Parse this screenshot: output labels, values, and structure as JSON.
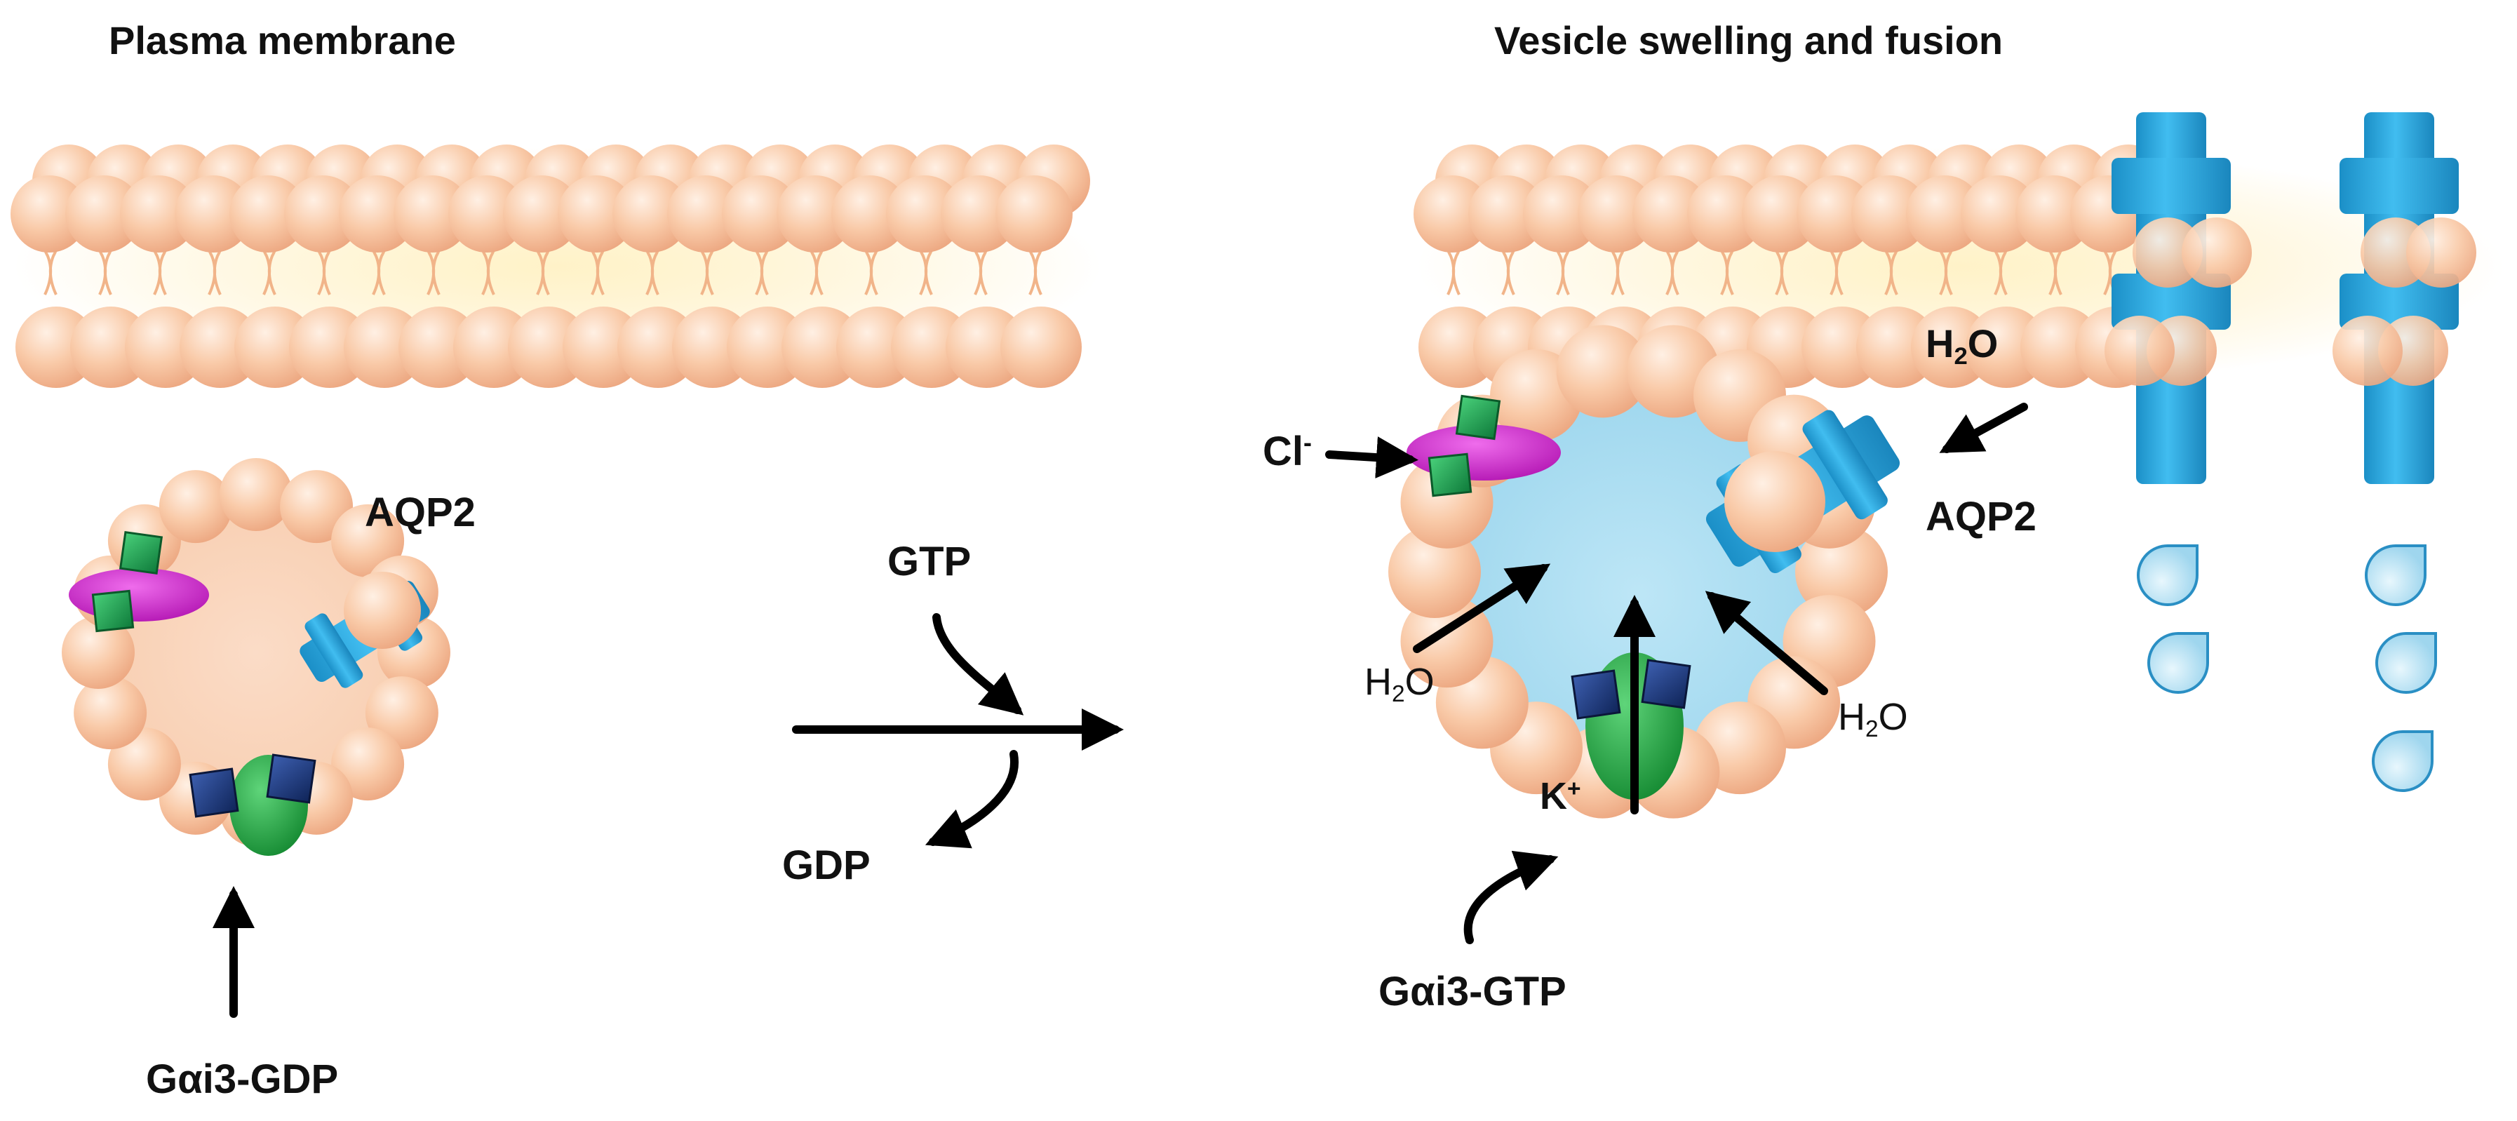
{
  "titles": {
    "left": "Plasma membrane",
    "right": "Vesicle swelling and fusion"
  },
  "labels": {
    "aqp2_left": "AQP2",
    "aqp2_right": "AQP2",
    "gtp": "GTP",
    "gdp": "GDP",
    "galpha_gdp": "Gαi3-GDP",
    "galpha_gtp": "Gαi3-GTP",
    "cl": {
      "base": "Cl",
      "sup": "-"
    },
    "k": {
      "base": "K",
      "sup": "+"
    },
    "h2o": {
      "h": "H",
      "sub": "2",
      "o": "O"
    }
  },
  "colors": {
    "lipid_head": "#f9c9a6",
    "lipid_shadow": "#e9a77e",
    "aqp2": "#2aa7dc",
    "vesicle_lumen": "#a9dcf0",
    "channel_green": "#22a844",
    "cl_channel_magenta": "#d12ad0",
    "subunit_navy": "#1d3a7a",
    "arrow": "#000000"
  }
}
